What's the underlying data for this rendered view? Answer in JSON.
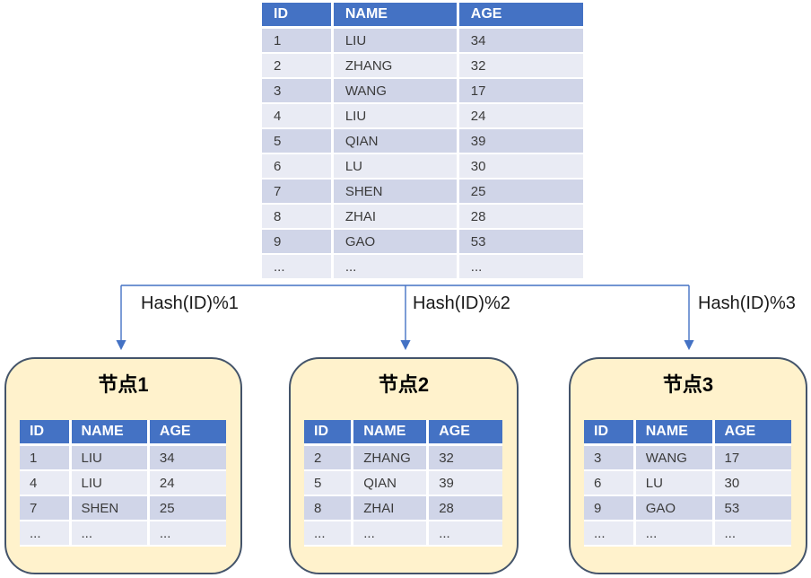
{
  "colors": {
    "header_bg": "#4472C4",
    "row_dark": "#D0D5E8",
    "row_light": "#E9EBF4",
    "node_fill": "#FFF2CC",
    "node_border": "#44546A",
    "arrow": "#4472C4"
  },
  "main_table": {
    "columns": [
      "ID",
      "NAME",
      "AGE"
    ],
    "rows": [
      [
        "1",
        "LIU",
        "34"
      ],
      [
        "2",
        "ZHANG",
        "32"
      ],
      [
        "3",
        "WANG",
        "17"
      ],
      [
        "4",
        "LIU",
        "24"
      ],
      [
        "5",
        "QIAN",
        "39"
      ],
      [
        "6",
        "LU",
        "30"
      ],
      [
        "7",
        "SHEN",
        "25"
      ],
      [
        "8",
        "ZHAI",
        "28"
      ],
      [
        "9",
        "GAO",
        "53"
      ],
      [
        "...",
        "...",
        "..."
      ]
    ]
  },
  "hash_labels": [
    "Hash(ID)%1",
    "Hash(ID)%2",
    "Hash(ID)%3"
  ],
  "nodes": [
    {
      "title": "节点1",
      "columns": [
        "ID",
        "NAME",
        "AGE"
      ],
      "rows": [
        [
          "1",
          "LIU",
          "34"
        ],
        [
          "4",
          "LIU",
          "24"
        ],
        [
          "7",
          "SHEN",
          "25"
        ],
        [
          "...",
          "...",
          "..."
        ]
      ]
    },
    {
      "title": "节点2",
      "columns": [
        "ID",
        "NAME",
        "AGE"
      ],
      "rows": [
        [
          "2",
          "ZHANG",
          "32"
        ],
        [
          "5",
          "QIAN",
          "39"
        ],
        [
          "8",
          "ZHAI",
          "28"
        ],
        [
          "...",
          "...",
          "..."
        ]
      ]
    },
    {
      "title": "节点3",
      "columns": [
        "ID",
        "NAME",
        "AGE"
      ],
      "rows": [
        [
          "3",
          "WANG",
          "17"
        ],
        [
          "6",
          "LU",
          "30"
        ],
        [
          "9",
          "GAO",
          "53"
        ],
        [
          "...",
          "...",
          "..."
        ]
      ]
    }
  ]
}
